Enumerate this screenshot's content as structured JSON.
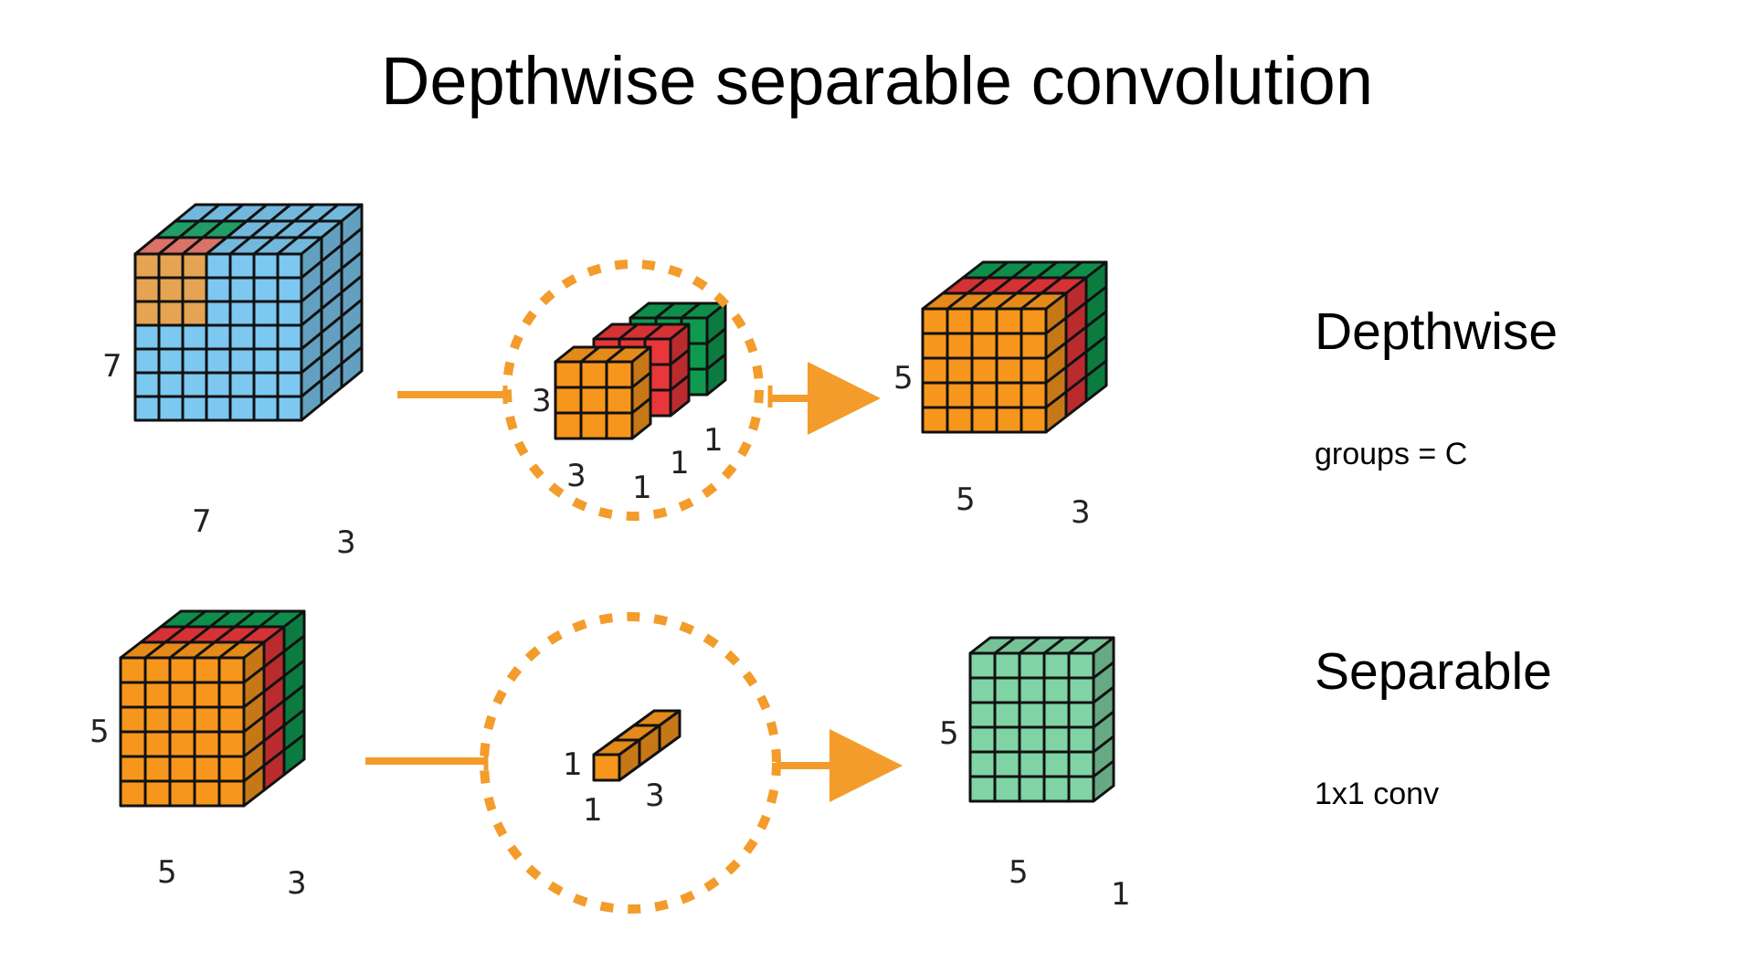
{
  "title": "Depthwise separable convolution",
  "rows": [
    {
      "heading": "Depthwise",
      "note": "groups = C",
      "input_labels": {
        "height": "7",
        "width": "7",
        "depth": "3"
      },
      "kernel_labels": {
        "height": "3",
        "width": "3",
        "depth_a": "1",
        "depth_b": "1",
        "depth_c": "1"
      },
      "output_labels": {
        "height": "5",
        "width": "5",
        "depth": "3"
      }
    },
    {
      "heading": "Separable",
      "note": "1x1 conv",
      "input_labels": {
        "height": "5",
        "width": "5",
        "depth": "3"
      },
      "kernel_labels": {
        "height": "1",
        "width": "1",
        "depth": "3"
      },
      "output_labels": {
        "height": "5",
        "width": "5",
        "depth": "1"
      }
    }
  ],
  "colors": {
    "blue": "#7cc8f0",
    "orange": "#f7961c",
    "red": "#e8363a",
    "green": "#0f9a50",
    "mint": "#7fd3a4",
    "arrow": "#f39c2b",
    "grid": "#111111"
  }
}
